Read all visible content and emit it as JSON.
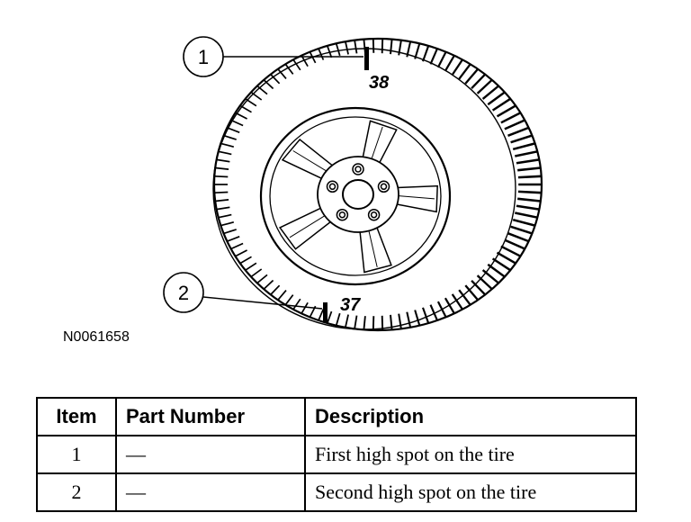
{
  "figure": {
    "figure_id": "N0061658",
    "callouts": [
      {
        "number": "1",
        "tire_mark": "38"
      },
      {
        "number": "2",
        "tire_mark": "37"
      }
    ]
  },
  "table": {
    "headers": {
      "item": "Item",
      "part_number": "Part Number",
      "description": "Description"
    },
    "rows": [
      {
        "item": "1",
        "part_number": "—",
        "description": "First high spot on the tire"
      },
      {
        "item": "2",
        "part_number": "—",
        "description": "Second high spot on the tire"
      }
    ]
  }
}
